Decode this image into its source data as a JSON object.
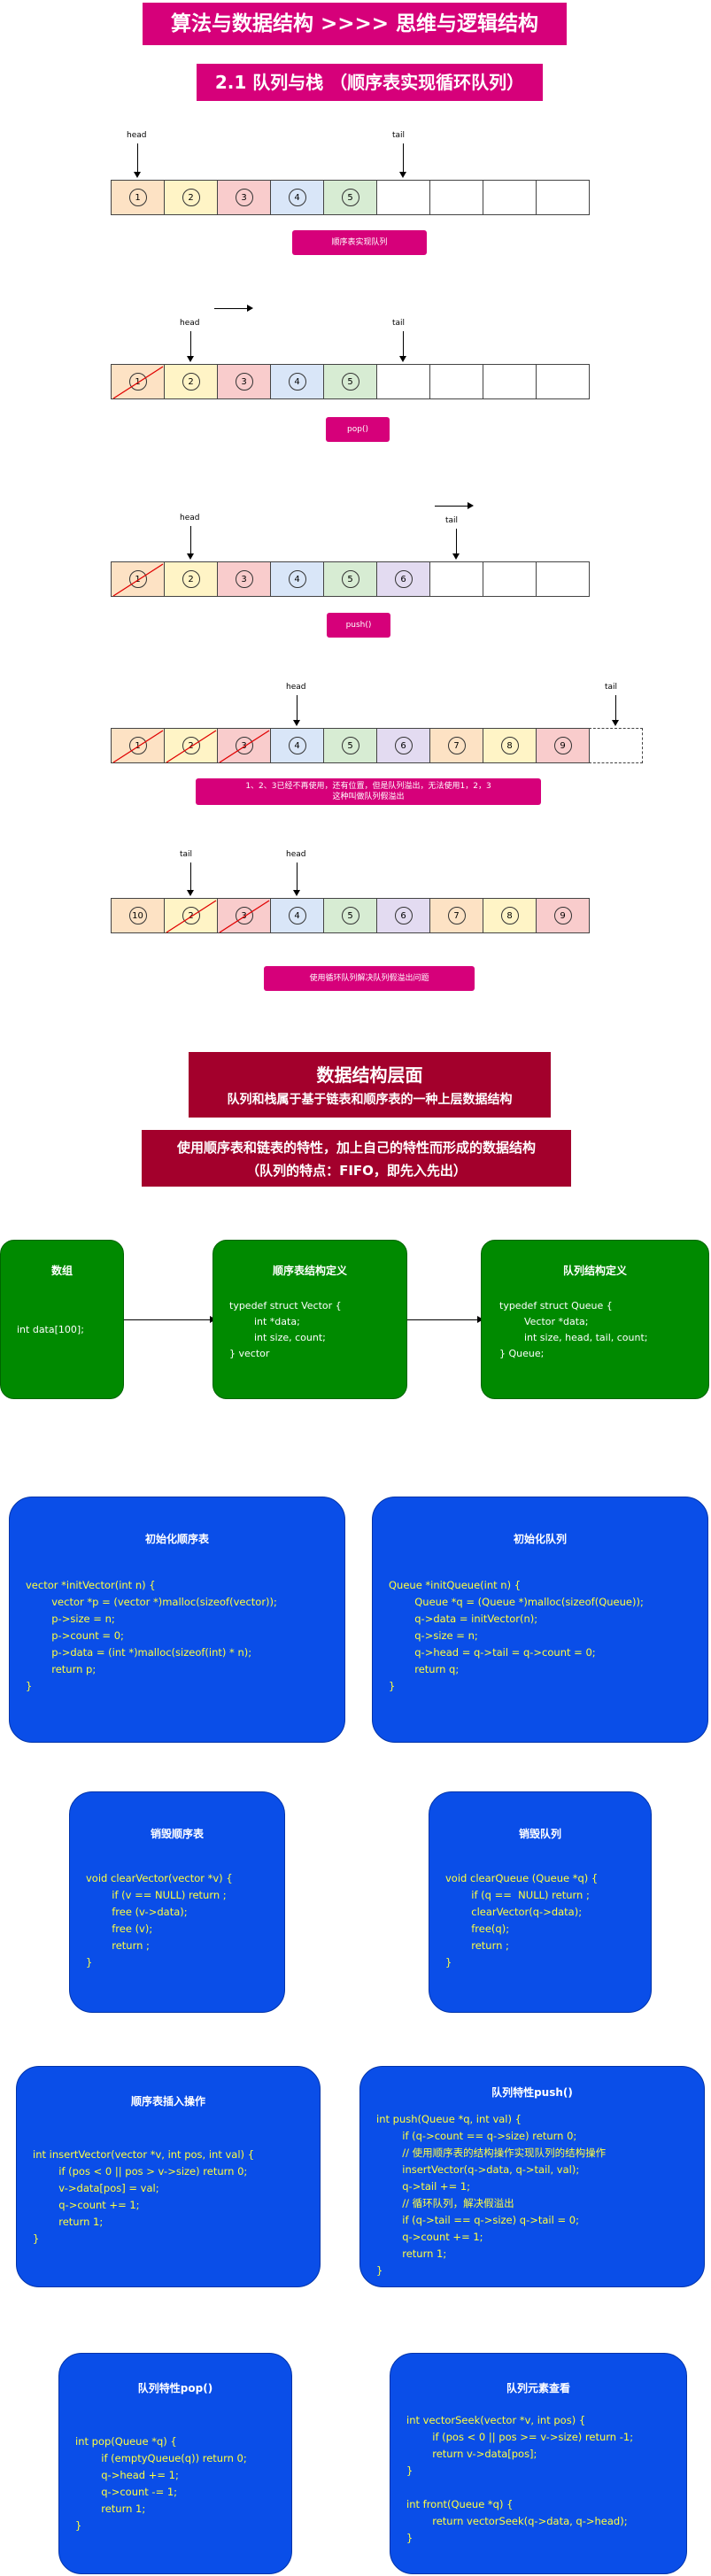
{
  "header": {
    "main_title": "算法与数据结构  >>>>  思维与逻辑结构",
    "section_title": "2.1 队列与栈 （顺序表实现循环队列）"
  },
  "colors": {
    "banner": "#d6007a",
    "dark_banner": "#a3002c",
    "green": "#008a00",
    "blue": "#0a4ee8",
    "cell_orange": "#fde2c4",
    "cell_yellow": "#fff4c6",
    "cell_red": "#f9cccc",
    "cell_blue": "#d9e6f8",
    "cell_green": "#d7ecd3",
    "cell_purple": "#e3dbf1"
  },
  "pointer_labels": {
    "head": "head",
    "tail": "tail"
  },
  "rows": [
    {
      "caption": "顺序表实现队列",
      "cells": [
        "1",
        "2",
        "3",
        "4",
        "5",
        "",
        "",
        "",
        ""
      ]
    },
    {
      "caption": "pop()",
      "cells": [
        "1",
        "2",
        "3",
        "4",
        "5",
        "",
        "",
        "",
        ""
      ]
    },
    {
      "caption": "push()",
      "cells": [
        "1",
        "2",
        "3",
        "4",
        "5",
        "6",
        "",
        "",
        ""
      ]
    },
    {
      "caption_line1": "1、2、3已经不再使用，还有位置，但是队列溢出，无法使用1，2，3",
      "caption_line2": "这种叫做队列假溢出",
      "cells": [
        "1",
        "2",
        "3",
        "4",
        "5",
        "6",
        "7",
        "8",
        "9",
        ""
      ]
    },
    {
      "caption": "使用循环队列解决队列假溢出问题",
      "cells": [
        "10",
        "2",
        "3",
        "4",
        "5",
        "6",
        "7",
        "8",
        "9"
      ]
    }
  ],
  "data_layer": {
    "title": "数据结构层面",
    "subtitle": "队列和栈属于基于链表和顺序表的一种上层数据结构",
    "desc_line1": "使用顺序表和链表的特性，加上自己的特性而形成的数据结构",
    "desc_line2": "（队列的特点：FIFO，即先入先出）"
  },
  "green_boxes": [
    {
      "title": "数组",
      "code": "int data[100];"
    },
    {
      "title": "顺序表结构定义",
      "code": "typedef struct Vector {\n        int *data;\n        int size, count;\n} vector"
    },
    {
      "title": "队列结构定义",
      "code": "typedef struct Queue {\n        Vector *data;\n        int size, head, tail, count;\n} Queue;"
    }
  ],
  "blue_boxes": [
    {
      "title": "初始化顺序表",
      "code": "vector *initVector(int n) {\n        vector *p = (vector *)malloc(sizeof(vector));\n        p->size = n;\n        p->count = 0;\n        p->data = (int *)malloc(sizeof(int) * n);\n        return p;\n}"
    },
    {
      "title": "初始化队列",
      "code": "Queue *initQueue(int n) {\n        Queue *q = (Queue *)malloc(sizeof(Queue));\n        q->data = initVector(n);\n        q->size = n;\n        q->head = q->tail = q->count = 0;\n        return q;\n}"
    },
    {
      "title": "销毁顺序表",
      "code": "void clearVector(vector *v) {\n        if (v == NULL) return ;\n        free (v->data);\n        free (v);\n        return ;\n}"
    },
    {
      "title": "销毁队列",
      "code": "void clearQueue (Queue *q) {\n        if (q ==  NULL) return ;\n        clearVector(q->data);\n        free(q);\n        return ;\n}"
    },
    {
      "title": "顺序表插入操作",
      "code": "int insertVector(vector *v, int pos, int val) {\n        if (pos < 0 || pos > v->size) return 0;\n        v->data[pos] = val;\n        q->count += 1;\n        return 1;\n}"
    },
    {
      "title": "队列特性push()",
      "code": "int push(Queue *q, int val) {\n        if (q->count == q->size) return 0;\n        // 使用顺序表的结构操作实现队列的结构操作\n        insertVector(q->data, q->tail, val);\n        q->tail += 1;\n        // 循环队列，解决假溢出\n        if (q->tail == q->size) q->tail = 0;\n        q->count += 1;\n        return 1;\n}"
    },
    {
      "title": "队列特性pop()",
      "code": "int pop(Queue *q) {\n        if (emptyQueue(q)) return 0;\n        q->head += 1;\n        q->count -= 1;\n        return 1;\n}"
    },
    {
      "title": "队列元素查看",
      "code": "int vectorSeek(vector *v, int pos) {\n        if (pos < 0 || pos >= v->size) return -1;\n        return v->data[pos];\n}\n\nint front(Queue *q) {\n        return vectorSeek(q->data, q->head);\n}"
    }
  ]
}
